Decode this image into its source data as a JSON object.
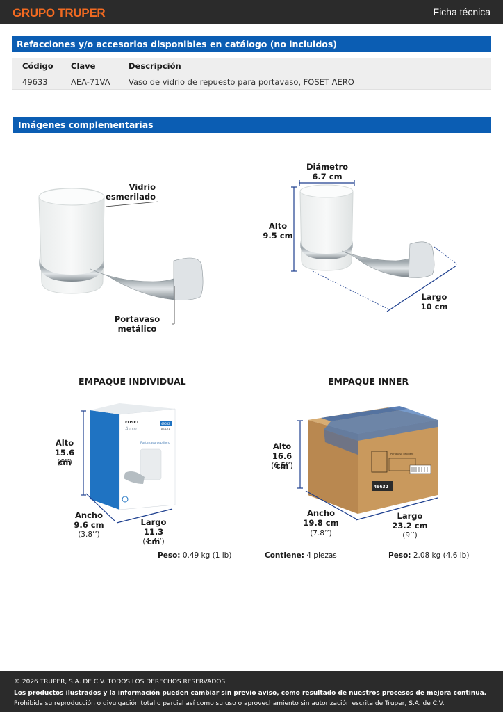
{
  "header": {
    "brand": "GRUPO TRUPER",
    "doc_type": "Ficha técnica"
  },
  "accessories": {
    "title": "Refacciones y/o accesorios disponibles en catálogo (no incluidos)",
    "columns": [
      "Código",
      "Clave",
      "Descripción"
    ],
    "rows": [
      {
        "code": "49633",
        "key": "AEA-71VA",
        "description": "Vaso de vidrio de repuesto para portavaso, FOSET AERO"
      }
    ]
  },
  "images": {
    "title": "Imágenes complementarias",
    "left": {
      "glass_label_1": "Vidrio",
      "glass_label_2": "esmerilado",
      "holder_label": "Portavaso metálico"
    },
    "right": {
      "diameter_label": "Diámetro",
      "diameter_value": "6.7 cm",
      "height_label": "Alto",
      "height_value": "9.5 cm",
      "length_label": "Largo",
      "length_value": "10 cm"
    }
  },
  "packaging": {
    "individual": {
      "title": "EMPAQUE INDIVIDUAL",
      "height_label": "Alto",
      "height_value": "15.6 cm",
      "height_in": "(6’’)",
      "width_label": "Ancho",
      "width_value": "9.6 cm",
      "width_in": "(3.8’’)",
      "length_label": "Largo",
      "length_value": "11.3 cm",
      "length_in": "(4.4’’)",
      "weight_label": "Peso:",
      "weight_value": "0.49 kg (1 lb)",
      "box_brand": "FOSET",
      "box_series": "Aero",
      "box_product": "Portavaso cepillero",
      "box_code": "49632",
      "box_key": "AEA-71"
    },
    "inner": {
      "title": "EMPAQUE INNER",
      "height_label": "Alto",
      "height_value": "16.6 cm",
      "height_in": "(6.5’’)",
      "width_label": "Ancho",
      "width_value": "19.8 cm",
      "width_in": "(7.8’’)",
      "length_label": "Largo",
      "length_value": "23.2 cm",
      "length_in": "(9’’)",
      "contains_label": "Contiene:",
      "contains_value": "4 piezas",
      "weight_label": "Peso:",
      "weight_value": "2.08 kg (4.6 lb)",
      "box_code": "49632",
      "box_product": "Portavaso cepillero"
    }
  },
  "footer": {
    "line1": "© 2026 TRUPER, S.A. DE C.V. TODOS LOS DERECHOS RESERVADOS.",
    "line2": "Los productos ilustrados y la información pueden cambiar sin previo aviso, como resultado de nuestros procesos de mejora continua.",
    "line3": "Prohibida su reproducción o divulgación total o parcial así como su uso o aprovechamiento sin autorización escrita de Truper, S.A. de C.V."
  },
  "colors": {
    "brand_orange": "#f26a21",
    "section_blue": "#0b5db3",
    "bar_dark": "#2b2b2b",
    "dimension_blue": "#1d3f8f"
  }
}
